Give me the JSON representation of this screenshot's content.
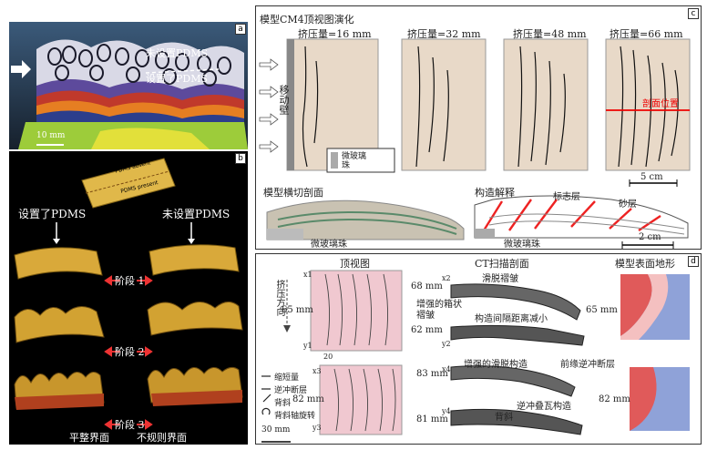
{
  "panel_a": {
    "tag": "a",
    "label_no_pdms": "未设置PDMS",
    "label_pdms": "设置了PDMS",
    "scale": "10 mm"
  },
  "panel_b": {
    "tag": "b",
    "strip_label_absent": "PDMS absent",
    "strip_label_present": "PDMS present",
    "left_title": "设置了PDMS",
    "right_title": "未设置PDMS",
    "stage1": "阶段 1",
    "stage2": "阶段 2",
    "stage3": "阶段 3",
    "flat_interface": "平整界面",
    "irregular_interface": "不规则界面"
  },
  "panel_c": {
    "tag": "c",
    "title": "模型CM4顶视图演化",
    "steps": [
      "挤压量=16 mm",
      "挤压量=32 mm",
      "挤压量=48 mm",
      "挤压量=66 mm"
    ],
    "wall": "移动壁",
    "beads": "微玻璃珠",
    "section_line": "剖面位置",
    "scale_top": "5 cm",
    "cross_title": "模型横切剖面",
    "interp_title": "构造解释",
    "marker_layer": "标志层",
    "sand_layer": "砂层",
    "beads_left": "微玻璃珠",
    "beads_right": "微玻璃珠",
    "scale_bottom": "2 cm"
  },
  "panel_d": {
    "tag": "d",
    "col_top_view": "顶视图",
    "col_ct": "CT扫描剖面",
    "col_topo": "模型表面地形",
    "push_dir": "挤压方向",
    "row1_top": "65 mm",
    "row1_ct_a": "68 mm",
    "row1_ct_b": "62 mm",
    "row1_topo": "65 mm",
    "ct_label1": "滑脱褶皱",
    "ct_label2": "增强的箱状褶皱",
    "ct_label3": "构造间隔距离减小",
    "row2_top": "82 mm",
    "row2_ct_a": "83 mm",
    "row2_ct_b": "81 mm",
    "row2_topo": "82 mm",
    "ct_label4": "增强的滑脱构造",
    "ct_label5": "前缘逆冲断层",
    "ct_label6": "逆冲叠瓦构造",
    "ct_label7": "背斜",
    "legend": [
      "缩短量",
      "逆冲断层",
      "背斜",
      "背斜轴旋转"
    ],
    "legend_scale": "30 mm",
    "axis_x1": "x1",
    "axis_y1": "y1",
    "axis_x2": "x2",
    "axis_y2": "y2",
    "axis_x3": "x3",
    "axis_y3": "y3",
    "axis_x4": "x4",
    "axis_y4": "y4",
    "ct_label8": "20"
  }
}
